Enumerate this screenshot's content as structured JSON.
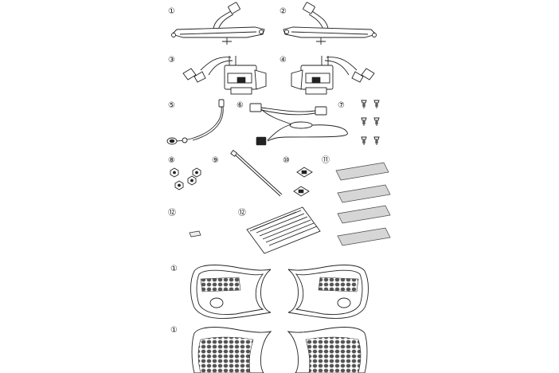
{
  "parts": [
    {
      "id": "part-1a",
      "label": "①"
    },
    {
      "id": "part-2",
      "label": "②"
    },
    {
      "id": "part-3",
      "label": "③"
    },
    {
      "id": "part-4",
      "label": "④"
    },
    {
      "id": "part-5",
      "label": "⑤"
    },
    {
      "id": "part-6",
      "label": "⑥"
    },
    {
      "id": "part-7",
      "label": "⑦"
    },
    {
      "id": "part-8",
      "label": "⑧"
    },
    {
      "id": "part-9",
      "label": "⑨"
    },
    {
      "id": "part-10",
      "label": "⑩"
    },
    {
      "id": "part-11",
      "label": "⑪"
    },
    {
      "id": "part-12a",
      "label": "⑫"
    },
    {
      "id": "part-12b",
      "label": "⑫"
    },
    {
      "id": "part-1b",
      "label": "①"
    },
    {
      "id": "part-1c",
      "label": "①"
    }
  ],
  "colors": {
    "line": "#222222",
    "sheet": "#d6d6d6",
    "background": "#ffffff"
  }
}
